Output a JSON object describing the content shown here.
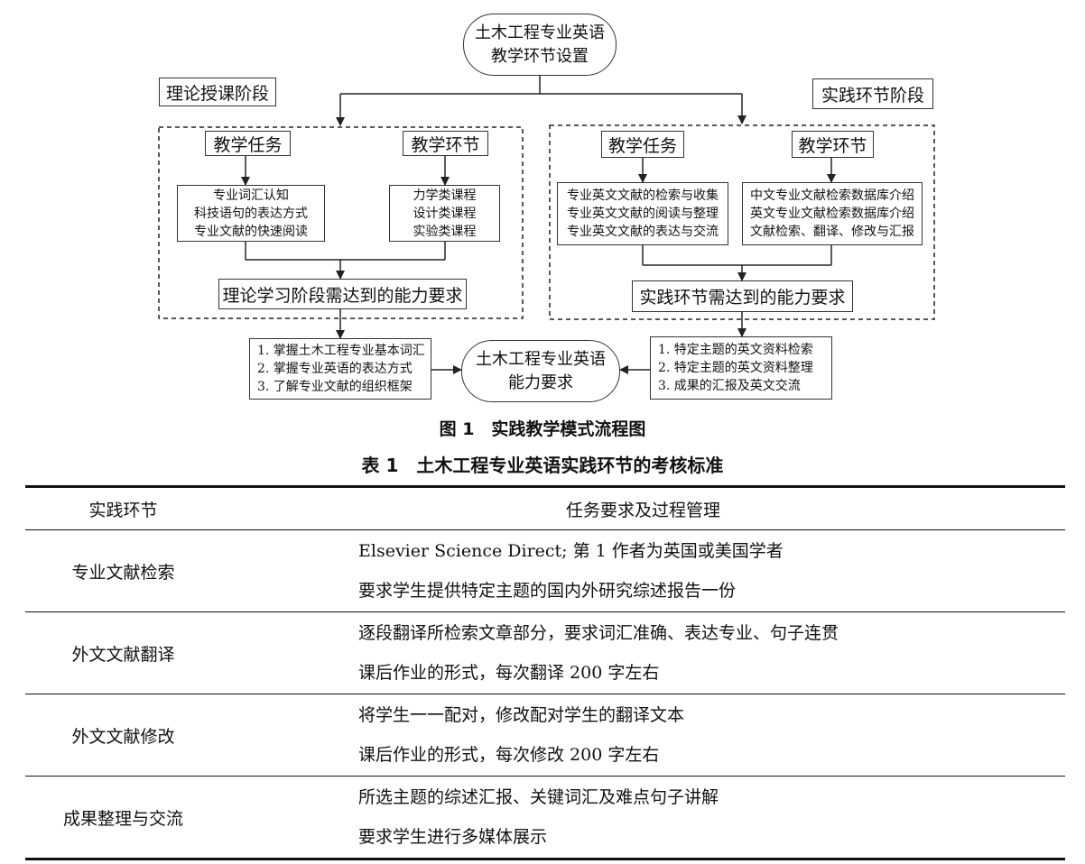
{
  "flowchart": {
    "top": {
      "line1": "土木工程专业英语",
      "line2": "教学环节设置"
    },
    "theory_stage_label": "理论授课阶段",
    "practice_stage_label": "实践环节阶段",
    "theory": {
      "task_header": "教学任务",
      "link_header": "教学环节",
      "task_items": [
        "专业词汇认知",
        "科技语句的表达方式",
        "专业文献的快速阅读"
      ],
      "link_items": [
        "力学类课程",
        "设计类课程",
        "实验类课程"
      ],
      "ability": "理论学习阶段需达到的能力要求",
      "requirements": [
        "1. 掌握土木工程专业基本词汇",
        "2. 掌握专业英语的表达方式",
        "3. 了解专业文献的组织框架"
      ]
    },
    "practice": {
      "task_header": "教学任务",
      "link_header": "教学环节",
      "task_items": [
        "专业英文文献的检索与收集",
        "专业英文文献的阅读与整理",
        "专业英文文献的表达与交流"
      ],
      "link_items": [
        "中文专业文献检索数据库介绍",
        "英文专业文献检索数据库介绍",
        "文献检索、翻译、修改与汇报"
      ],
      "ability": "实践环节需达到的能力要求",
      "requirements": [
        "1. 特定主题的英文资料检索",
        "2. 特定主题的英文资料整理",
        "3. 成果的汇报及英文交流"
      ]
    },
    "center": {
      "line1": "土木工程专业英语",
      "line2": "能力要求"
    },
    "figure_caption": "图 1　实践教学模式流程图"
  },
  "table": {
    "caption": "表 1　土木工程专业英语实践环节的考核标准",
    "headers": [
      "实践环节",
      "任务要求及过程管理"
    ],
    "rows": [
      {
        "segment": "专业文献检索",
        "lines": [
          "Elsevier Science Direct; 第 1 作者为英国或美国学者",
          "要求学生提供特定主题的国内外研究综述报告一份"
        ]
      },
      {
        "segment": "外文文献翻译",
        "lines": [
          "逐段翻译所检索文章部分，要求词汇准确、表达专业、句子连贯",
          "课后作业的形式，每次翻译 200 字左右"
        ]
      },
      {
        "segment": "外文文献修改",
        "lines": [
          "将学生一一配对，修改配对学生的翻译文本",
          "课后作业的形式，每次修改 200 字左右"
        ]
      },
      {
        "segment": "成果整理与交流",
        "lines": [
          "所选主题的综述汇报、关键词汇及难点句子讲解",
          "要求学生进行多媒体展示"
        ]
      }
    ]
  }
}
